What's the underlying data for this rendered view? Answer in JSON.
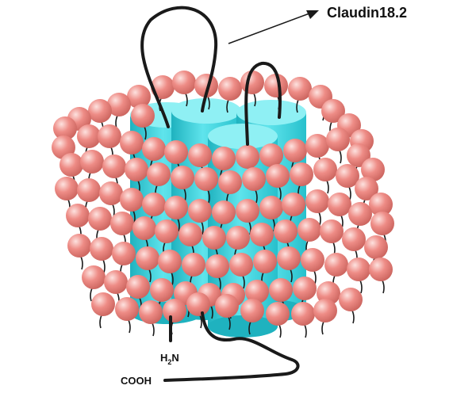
{
  "diagram": {
    "title": "Claudin18.2",
    "n_terminus": {
      "main": "H",
      "sub": "2",
      "tail": "N"
    },
    "c_terminus": "COOH"
  },
  "colors": {
    "lipid_head": "#ee8c86",
    "lipid_highlight": "#fde2df",
    "lipid_shadow": "#c9625c",
    "helix": "#41d6e0",
    "helix_top": "#8ff0f4",
    "helix_dark": "#1fb2bf",
    "strand": "#1a1a1a",
    "text": "#111111"
  }
}
